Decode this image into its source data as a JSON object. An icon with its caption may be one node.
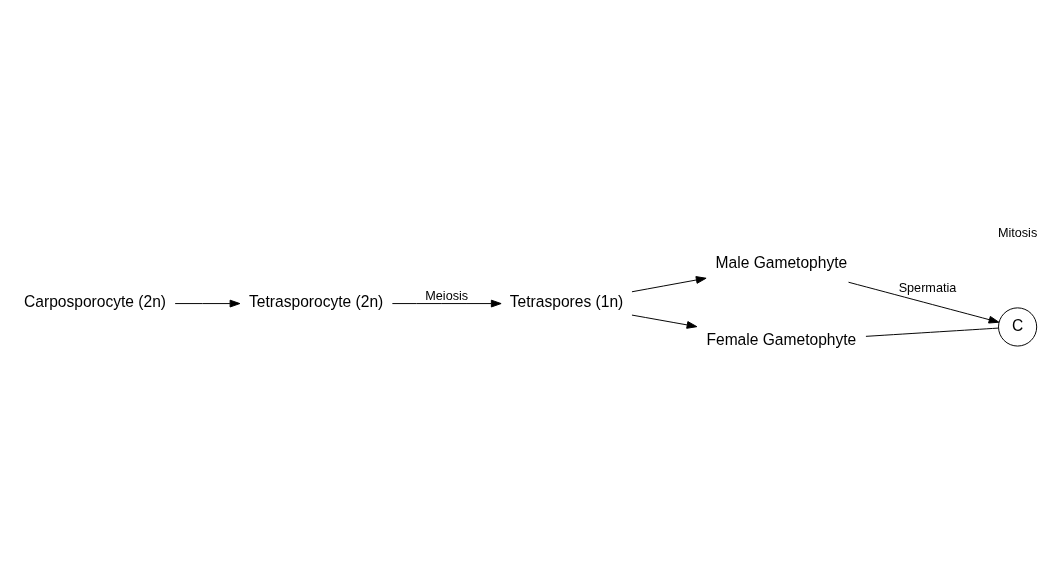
{
  "diagram": {
    "nodes": [
      {
        "text": [
          "Tetrasporocyte (2n)"
        ]
      },
      {
        "text": [
          "Tetraspores (1n)"
        ]
      },
      {
        "text": [
          "Male Gametophyte"
        ]
      },
      {
        "text": [
          "C"
        ]
      },
      {
        "text": [
          "Female Gametophyte"
        ]
      },
      {
        "text": [
          "Carposporocyte (2n)"
        ]
      }
    ],
    "edges": [
      {
        "from": 0,
        "to": 1,
        "arrow": "to",
        "label": "Meiosis"
      },
      {
        "from": 1,
        "to": 2,
        "arrow": "to"
      },
      {
        "from": 1,
        "to": 4,
        "arrow": "to"
      },
      {
        "from": 2,
        "to": 3,
        "arrow": "to",
        "label": "Spermatia"
      },
      {
        "from": 3,
        "to": 4,
        "arrow": "none"
      },
      {
        "from": 5,
        "to": 0,
        "arrow": "to"
      }
    ],
    "labels": [
      "Mitosis"
    ]
  }
}
